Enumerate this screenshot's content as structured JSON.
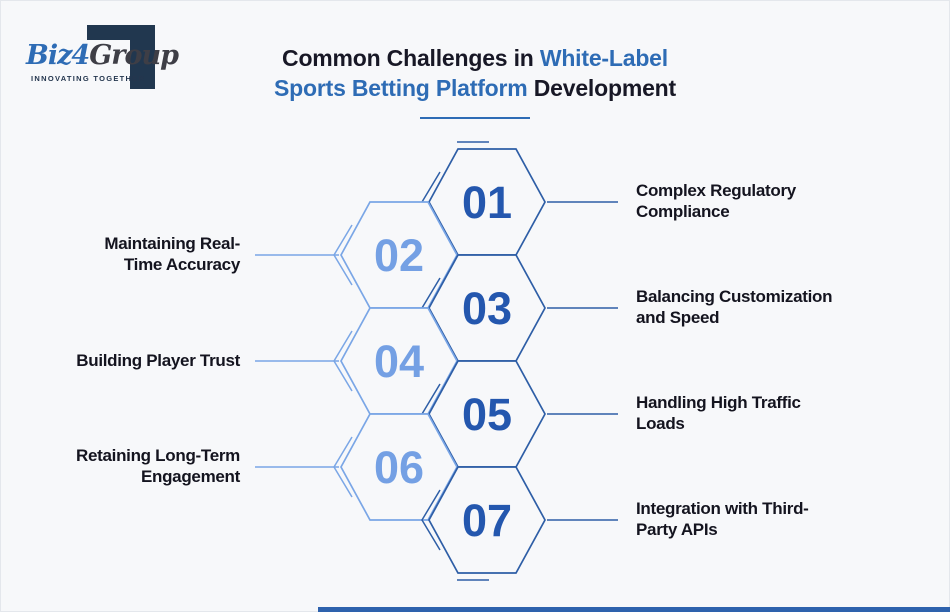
{
  "logo": {
    "brand_part1": "Biz",
    "brand_part2": "4",
    "brand_part3": "Group",
    "tagline": "INNOVATING TOGETHER"
  },
  "title": {
    "line1_dark": "Common Challenges in",
    "line1_blue": "White-Label",
    "line2_blue": "Sports Betting Platform",
    "line2_dark": "Development"
  },
  "palette": {
    "background": "#f7f8fa",
    "dark_outline": "#2e5ea6",
    "dark_number": "#2457ae",
    "light_outline": "#7aa6e6",
    "light_number": "#74a0e4",
    "title_highlight": "#2e6cb5",
    "label_text": "#14141f",
    "logo_navy": "#21374f",
    "bottom_bar": "#2e62ad"
  },
  "items": [
    {
      "number": "01",
      "tone": "dark",
      "side": "right",
      "label_lines": [
        "Complex Regulatory",
        "Compliance"
      ]
    },
    {
      "number": "02",
      "tone": "light",
      "side": "left",
      "label_lines": [
        "Maintaining Real-",
        "Time Accuracy"
      ]
    },
    {
      "number": "03",
      "tone": "dark",
      "side": "right",
      "label_lines": [
        "Balancing Customization",
        "and Speed"
      ]
    },
    {
      "number": "04",
      "tone": "light",
      "side": "left",
      "label_lines": [
        "Building Player Trust"
      ]
    },
    {
      "number": "05",
      "tone": "dark",
      "side": "right",
      "label_lines": [
        "Handling High Traffic",
        "Loads"
      ]
    },
    {
      "number": "06",
      "tone": "light",
      "side": "left",
      "label_lines": [
        "Retaining Long-Term",
        "Engagement"
      ]
    },
    {
      "number": "07",
      "tone": "dark",
      "side": "right",
      "label_lines": [
        "Integration with Third-",
        "Party APIs"
      ]
    }
  ]
}
